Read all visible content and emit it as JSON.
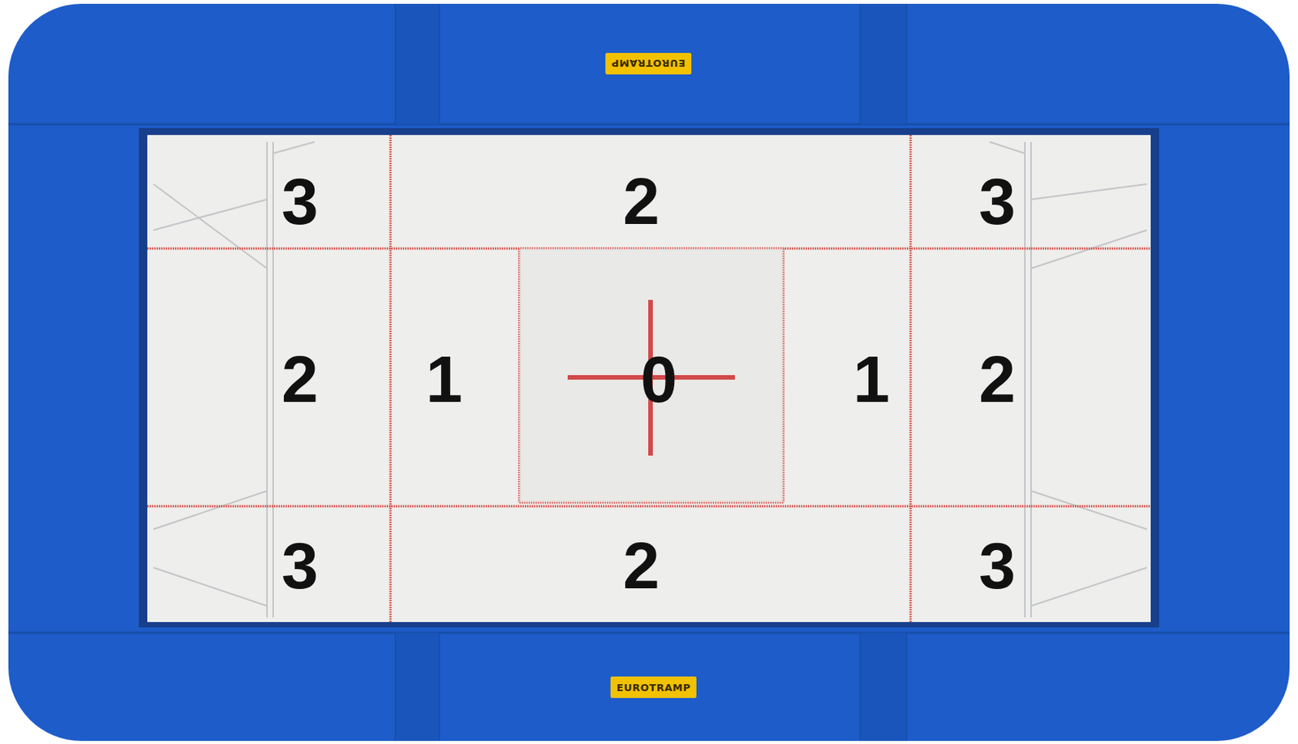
{
  "diagram": {
    "labels": [
      "EUROTRAMP",
      "3",
      "2",
      "3",
      "2",
      "1",
      "0",
      "1",
      "2",
      "3",
      "2",
      "3",
      "EUROTRAMP"
    ]
  }
}
